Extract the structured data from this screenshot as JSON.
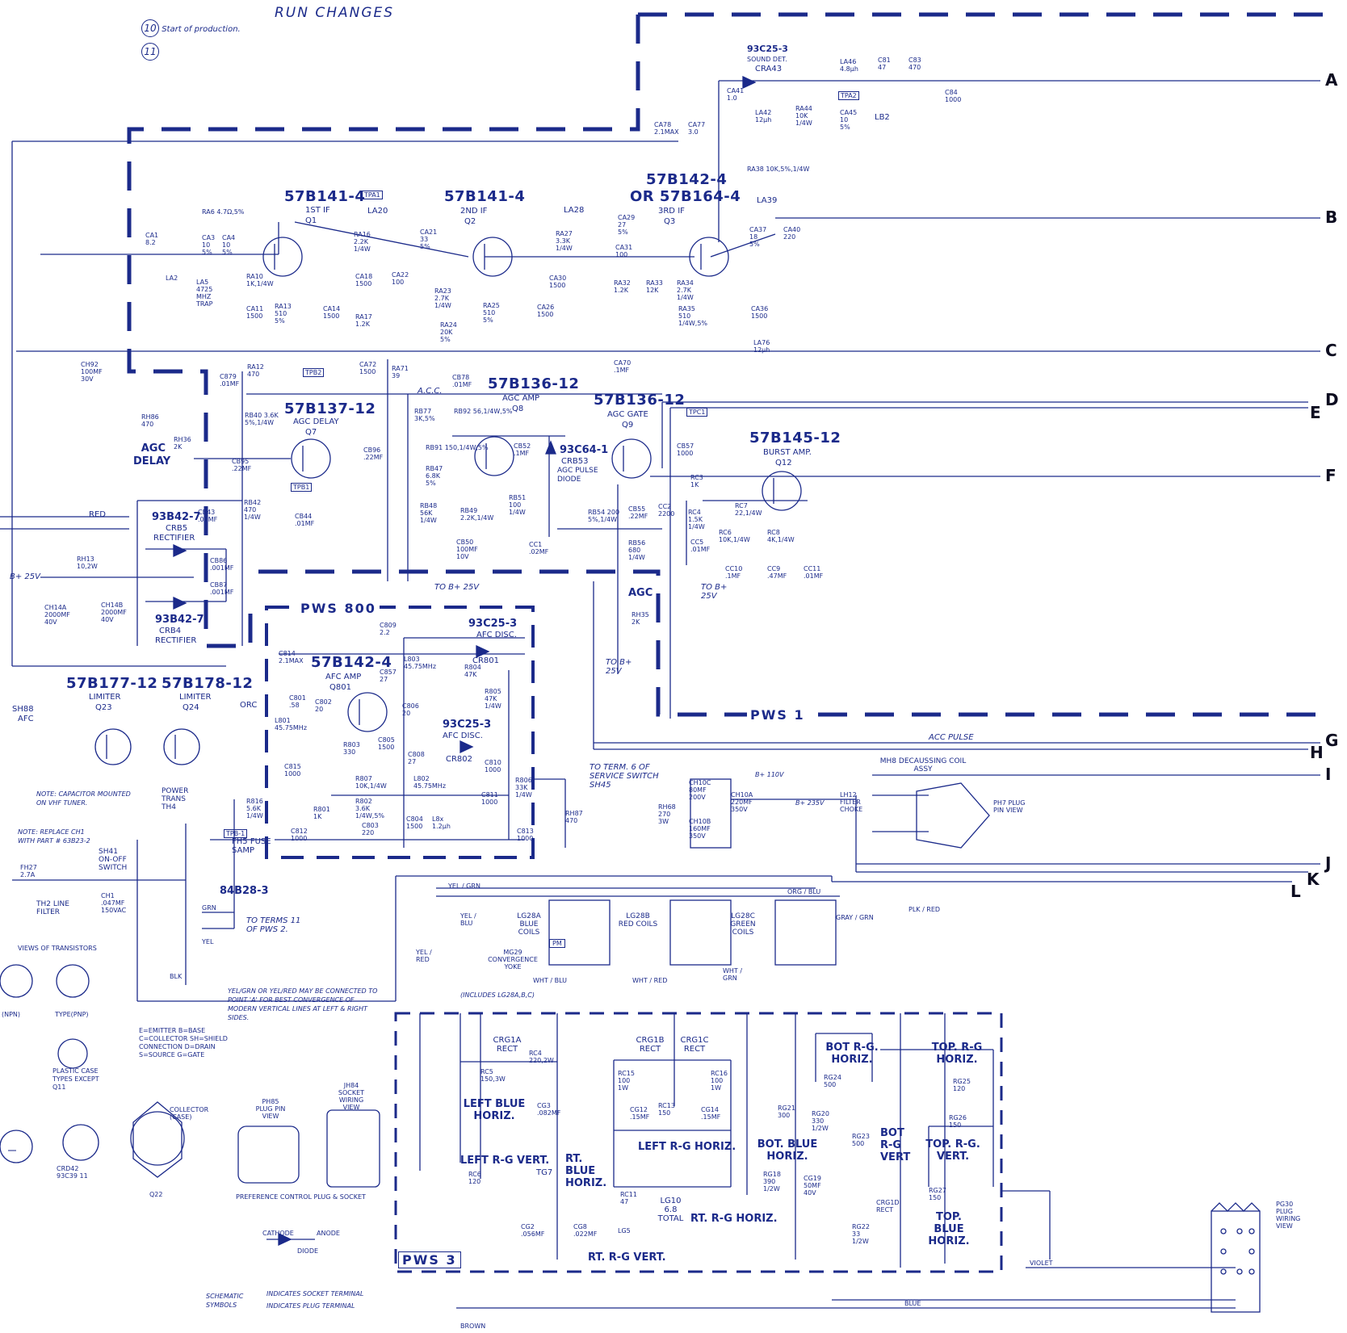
{
  "header": {
    "title": "RUN CHANGES",
    "run_items": [
      {
        "num": "10",
        "text": "Start of production."
      },
      {
        "num": "11",
        "text": ""
      }
    ]
  },
  "outputs": [
    "A",
    "B",
    "C",
    "D",
    "E",
    "F",
    "G",
    "H",
    "I",
    "J",
    "K",
    "L"
  ],
  "boards": {
    "pws800": "PWS 800",
    "pws1": "PWS 1",
    "pws3": "PWS 3"
  },
  "transistors": {
    "q1": {
      "part": "57B141-4",
      "name": "1ST IF",
      "ref": "Q1"
    },
    "q2": {
      "part": "57B141-4",
      "name": "2ND IF",
      "ref": "Q2"
    },
    "q3": {
      "part": "57B142-4",
      "alt": "OR 57B164-4",
      "name": "3RD IF",
      "ref": "Q3"
    },
    "q7": {
      "part": "57B137-12",
      "name": "AGC DELAY",
      "ref": "Q7"
    },
    "q8": {
      "part": "57B136-12",
      "name": "AGC AMP",
      "ref": "Q8"
    },
    "q9": {
      "part": "57B136-12",
      "name": "AGC GATE",
      "ref": "Q9"
    },
    "q12": {
      "part": "57B145-12",
      "name": "BURST AMP.",
      "ref": "Q12"
    },
    "q801": {
      "part": "57B142-4",
      "name": "AFC AMP",
      "ref": "Q801"
    },
    "q23": {
      "part": "57B177-12",
      "name": "LIMITER",
      "ref": "Q23"
    },
    "q24": {
      "part": "57B178-12",
      "name": "LIMITER",
      "ref": "Q24"
    }
  },
  "diodes": {
    "cra43": {
      "part": "93C25-3",
      "name": "SOUND DET.",
      "ref": "CRA43"
    },
    "crb53": {
      "part": "93C64-1",
      "ref": "CRB53",
      "name": "AGC PULSE DIODE"
    },
    "crb5": {
      "part": "93B42-7",
      "ref": "CRB5",
      "name": "RECTIFIER"
    },
    "crb4": {
      "part": "93B42-7",
      "ref": "CRB4",
      "name": "RECTIFIER"
    },
    "cr801": {
      "part": "93C25-3",
      "name": "AFC DISC.",
      "ref": "CR801"
    },
    "cr802": {
      "part": "93C25-3",
      "name": "AFC DISC.",
      "ref": "CR802"
    }
  },
  "labels": {
    "agc_delay": "AGC DELAY",
    "agc": "AGC",
    "acc_pulse": "ACC PULSE",
    "to_b25v": "TO B+ 25V",
    "to_b25v_2": "TO B+ 25V",
    "to_b25v_3": "TO B+ 25V",
    "b25v": "B+ 25V",
    "red": "RED",
    "orc": "ORC",
    "afc": "AFC",
    "sh88": "SH88",
    "acc": "A.C.C.",
    "to_term6": "TO TERM. 6 OF SERVICE SWITCH SH45",
    "to_terms": "TO TERMS 11 OF PWS 2.",
    "fuse": "FH5 FUSE SAMP",
    "fuse_part": "84B28-3",
    "power_trans": "POWER TRANS TH4",
    "on_off": "SH41 ON-OFF SWITCH",
    "line_filter": "TH2 LINE FILTER",
    "decaussing": "MH8 DECAUSSING COIL ASSY",
    "filter_choke": "LH12 FILTER CHOKE",
    "ph7": "PH7 PLUG PIN VIEW",
    "note_cap": "NOTE: CAPACITOR MOUNTED ON VHF TUNER.",
    "note_replace": "NOTE: REPLACE CH1 WITH PART # 63B23-2",
    "views": "VIEWS OF TRANSISTORS",
    "type_pnp": "TYPE(PNP)",
    "type_npn": "(NPN)",
    "plastic_case": "PLASTIC CASE TYPES EXCEPT Q11",
    "crd42": "CRD42 93C39 11",
    "collector": "COLLECTOR (CASE)",
    "q22": "Q22",
    "ph85": "PH85 PLUG PIN VIEW",
    "jh84": "JH84 SOCKET WIRING VIEW",
    "pref": "PREFERENCE CONTROL PLUG & SOCKET",
    "diode": "DIODE",
    "cathode": "CATHODE",
    "anode": "ANODE",
    "schem_symbols": "SCHEMATIC SYMBOLS",
    "socket_term": "INDICATES SOCKET TERMINAL",
    "plug_term": "INDICATES PLUG TERMINAL",
    "emitter_legend": "E=EMITTER B=BASE C=COLLECTOR SH=SHIELD CONNECTION D=DRAIN S=SOURCE G=GATE",
    "tel_note": "YEL/GRN OR YEL/RED MAY BE CONNECTED TO POINT 'A' FOR BEST CONVERGENCE OF MODERN VERTICAL LINES AT LEFT & RIGHT SIDES.",
    "mg29": "MG29 CONVERGENCE YOKE",
    "includes": "(INCLUDES LG28A,B,C)",
    "pg30": "PG30 PLUG WIRING VIEW",
    "violet": "VIOLET",
    "brown": "BROWN",
    "blue": "BLUE",
    "yel": "YEL",
    "grn": "GRN",
    "blk": "BLK"
  },
  "coils": {
    "lg28a": "LG28A BLUE COILS",
    "lg28b": "LG28B RED COILS",
    "lg28c": "LG28C GREEN COILS"
  },
  "convergence": {
    "left_blue_horiz": "LEFT BLUE HORIZ.",
    "left_rg_horiz": "LEFT R-G HORIZ.",
    "left_rg_vert": "LEFT R-G VERT.",
    "rt_blue_horiz": "RT. BLUE HORIZ.",
    "rt_rg_horiz": "RT. R-G HORIZ.",
    "rt_rg_vert": "RT. R-G VERT.",
    "bot_blue_horiz": "BOT. BLUE HORIZ.",
    "bot_rg_horiz": "BOT R-G. HORIZ.",
    "bot_rg_vert": "BOT R-G VERT",
    "top_rg_horiz": "TOP. R-G HORIZ.",
    "top_rg_vert": "TOP. R-G. VERT.",
    "top_blue_horiz": "TOP. BLUE HORIZ.",
    "crg1a": "CRG1A RECT",
    "crg1b": "CRG1B RECT",
    "crg1c": "CRG1C RECT",
    "lg10": "LG10 6.8 TOTAL",
    "tg7": "TG7"
  },
  "components": [
    {
      "id": "ca1",
      "text": "CA1 8.2"
    },
    {
      "id": "la2",
      "text": "LA2"
    },
    {
      "id": "la5",
      "text": "LA5 4725 MHZ TRAP"
    },
    {
      "id": "ra6",
      "text": "RA6 4.7Ω,5%"
    },
    {
      "id": "ca3",
      "text": "CA3 10 5%"
    },
    {
      "id": "ca4",
      "text": "CA4 10 5%"
    },
    {
      "id": "ra10",
      "text": "RA10 1K,1/4W"
    },
    {
      "id": "ca11",
      "text": "CA11 1500"
    },
    {
      "id": "ra13",
      "text": "RA13 510 5%"
    },
    {
      "id": "ca14",
      "text": "CA14 1500"
    },
    {
      "id": "ra12",
      "text": "RA12 470"
    },
    {
      "id": "tpa1",
      "text": "TPA1"
    },
    {
      "id": "la20",
      "text": "LA20"
    },
    {
      "id": "ra16",
      "text": "RA16 2.2K 1/4W"
    },
    {
      "id": "ra17",
      "text": "RA17 1.2K"
    },
    {
      "id": "ca18",
      "text": "CA18 1500"
    },
    {
      "id": "ca21",
      "text": "CA21 33 5%"
    },
    {
      "id": "ca22",
      "text": "CA22 100"
    },
    {
      "id": "la28",
      "text": "LA28"
    },
    {
      "id": "ra23",
      "text": "RA23 2.7K 1/4W"
    },
    {
      "id": "ra24",
      "text": "RA24 20K 5%"
    },
    {
      "id": "ra25",
      "text": "RA25 510 5%"
    },
    {
      "id": "ca26",
      "text": "CA26 1500"
    },
    {
      "id": "ra27",
      "text": "RA27 3.3K 1/4W"
    },
    {
      "id": "ca29",
      "text": "CA29 27 5%"
    },
    {
      "id": "ca30",
      "text": "CA30 1500"
    },
    {
      "id": "ca31",
      "text": "CA31 100"
    },
    {
      "id": "ra32",
      "text": "RA32 1.2K"
    },
    {
      "id": "ra33",
      "text": "RA33 12K"
    },
    {
      "id": "ra34",
      "text": "RA34 2.7K 1/4W"
    },
    {
      "id": "ra35",
      "text": "RA35 510 1/4W,5%"
    },
    {
      "id": "ca36",
      "text": "CA36 1500"
    },
    {
      "id": "ra38",
      "text": "RA38 10K,5%,1/4W"
    },
    {
      "id": "la39",
      "text": "LA39"
    },
    {
      "id": "ca37",
      "text": "CA37 18 5%"
    },
    {
      "id": "ca40",
      "text": "CA40 220"
    },
    {
      "id": "ca41",
      "text": "CA41 1.0"
    },
    {
      "id": "la42",
      "text": "LA42 12μh"
    },
    {
      "id": "ra44",
      "text": "RA44 10K 1/4W"
    },
    {
      "id": "la46",
      "text": "LA46 4.8μh"
    },
    {
      "id": "ca45",
      "text": "CA45 10 5%"
    },
    {
      "id": "tpa2",
      "text": "TPA2"
    },
    {
      "id": "lb2",
      "text": "LB2"
    },
    {
      "id": "c81",
      "text": "C81 47"
    },
    {
      "id": "c83",
      "text": "C83 470"
    },
    {
      "id": "c84",
      "text": "C84 1000"
    },
    {
      "id": "ca78",
      "text": "CA78 2.1MAX"
    },
    {
      "id": "ca77",
      "text": "CA77 3.0"
    },
    {
      "id": "ch92",
      "text": "CH92 100MF 30V"
    },
    {
      "id": "ca72",
      "text": "CA72 1500"
    },
    {
      "id": "ra71",
      "text": "RA71 39"
    },
    {
      "id": "ca70",
      "text": "CA70 .1MF"
    },
    {
      "id": "la76",
      "text": "LA76 12μh"
    },
    {
      "id": "c879",
      "text": "C879 .01MF"
    },
    {
      "id": "tpb2",
      "text": "TPB2"
    },
    {
      "id": "rb40",
      "text": "RB40 3.6K 5%,1/4W"
    },
    {
      "id": "cb96",
      "text": "CB96 .22MF"
    },
    {
      "id": "cb95",
      "text": "CB95 .22MF"
    },
    {
      "id": "tpb1",
      "text": "TPB1"
    },
    {
      "id": "rb42",
      "text": "RB42 470 1/4W"
    },
    {
      "id": "cb43",
      "text": "CB43 .01MF"
    },
    {
      "id": "cb44",
      "text": "CB44 .01MF"
    },
    {
      "id": "rh86",
      "text": "RH86 470"
    },
    {
      "id": "rh36",
      "text": "RH36 2K"
    },
    {
      "id": "rh13",
      "text": "RH13 10,2W"
    },
    {
      "id": "cb86",
      "text": "CB86 .001MF"
    },
    {
      "id": "cb87",
      "text": "CB87 .001MF"
    },
    {
      "id": "ch14a",
      "text": "CH14A 2000MF 40V"
    },
    {
      "id": "ch14b",
      "text": "CH14B 2000MF 40V"
    },
    {
      "id": "rb77",
      "text": "RB77 3K,5%"
    },
    {
      "id": "cb78",
      "text": "CB78 .01MF"
    },
    {
      "id": "rb92",
      "text": "RB92 56,1/4W,5%"
    },
    {
      "id": "rb91",
      "text": "RB91 150,1/4W,5%"
    },
    {
      "id": "cb52",
      "text": "CB52 .1MF"
    },
    {
      "id": "rb47",
      "text": "RB47 6.8K 5%"
    },
    {
      "id": "rb48",
      "text": "RB48 56K 1/4W"
    },
    {
      "id": "rb49",
      "text": "RB49 2.2K,1/4W"
    },
    {
      "id": "rb51",
      "text": "RB51 100 1/4W"
    },
    {
      "id": "cb50",
      "text": "CB50 100MF 10V"
    },
    {
      "id": "cc1",
      "text": "CC1 .02MF"
    },
    {
      "id": "rb54",
      "text": "RB54 200 5%,1/4W"
    },
    {
      "id": "cb55",
      "text": "CB55 .22MF"
    },
    {
      "id": "rb56",
      "text": "RB56 680 1/4W"
    },
    {
      "id": "cb57",
      "text": "CB57 1000"
    },
    {
      "id": "tpc1",
      "text": "TPC1"
    },
    {
      "id": "rc3",
      "text": "RC3 1K"
    },
    {
      "id": "cc2",
      "text": "CC2 2200"
    },
    {
      "id": "rc4",
      "text": "RC4 1.5K 1/4W"
    },
    {
      "id": "cc5",
      "text": "CC5 .01MF"
    },
    {
      "id": "rc7",
      "text": "RC7 22,1/4W"
    },
    {
      "id": "rc6",
      "text": "RC6 10K,1/4W"
    },
    {
      "id": "rc8",
      "text": "RC8 4K,1/4W"
    },
    {
      "id": "cc10",
      "text": "CC10 .1MF"
    },
    {
      "id": "cc9",
      "text": "CC9 .47MF"
    },
    {
      "id": "cc11",
      "text": "CC11 .01MF"
    },
    {
      "id": "rh35",
      "text": "RH35 2K"
    },
    {
      "id": "c809",
      "text": "C809 2.2"
    },
    {
      "id": "c814",
      "text": "C814 2.1MAX"
    },
    {
      "id": "c857",
      "text": "C857 27"
    },
    {
      "id": "l803",
      "text": "L803 45.75MHz"
    },
    {
      "id": "r804",
      "text": "R804 47K"
    },
    {
      "id": "r805",
      "text": "R805 47K 1/4W"
    },
    {
      "id": "c801",
      "text": "C801 .58"
    },
    {
      "id": "c802",
      "text": "C802 20"
    },
    {
      "id": "l801",
      "text": "L801 45.75MHz"
    },
    {
      "id": "c806",
      "text": "C806 20"
    },
    {
      "id": "r803",
      "text": "R803 330"
    },
    {
      "id": "c805",
      "text": "C805 1500"
    },
    {
      "id": "c808",
      "text": "C808 27"
    },
    {
      "id": "r807",
      "text": "R807 10K,1/4W"
    },
    {
      "id": "l802",
      "text": "L802 45.75MHz"
    },
    {
      "id": "r802",
      "text": "R802 3.6K 1/4W,5%"
    },
    {
      "id": "r801",
      "text": "R801 1K"
    },
    {
      "id": "c803",
      "text": "C803 220"
    },
    {
      "id": "c804",
      "text": "C804 1500"
    },
    {
      "id": "l8x",
      "text": "L8x 1.2μh"
    },
    {
      "id": "c810",
      "text": "C810 1000"
    },
    {
      "id": "c811",
      "text": "C811 1000"
    },
    {
      "id": "r806",
      "text": "R806 33K 1/4W"
    },
    {
      "id": "c815",
      "text": "C815 1000"
    },
    {
      "id": "c813",
      "text": "C813 1000"
    },
    {
      "id": "c812",
      "text": "C812 1000"
    },
    {
      "id": "rh87",
      "text": "RH87 470"
    },
    {
      "id": "r816",
      "text": "R816 5.6K 1/4W"
    },
    {
      "id": "tpb1b",
      "text": "TPB-1"
    },
    {
      "id": "ch10c",
      "text": "CH10C 80MF 200V"
    },
    {
      "id": "ch10a",
      "text": "CH10A 220MF 350V"
    },
    {
      "id": "ch10b",
      "text": "CH10B 160MF 350V"
    },
    {
      "id": "rh68",
      "text": "RH68 270 3W"
    },
    {
      "id": "b110v",
      "text": "B+ 110V"
    },
    {
      "id": "b235v",
      "text": "B+ 235V"
    },
    {
      "id": "fh27",
      "text": "FH27 2.7A"
    },
    {
      "id": "ch1",
      "text": "CH1 .047MF 150VAC"
    },
    {
      "id": "rc5",
      "text": "RC5 150,3W"
    },
    {
      "id": "rc4b",
      "text": "RC4 220,2W"
    },
    {
      "id": "cg3",
      "text": "CG3 .082MF"
    },
    {
      "id": "rc15",
      "text": "RC15 100 1W"
    },
    {
      "id": "rc13",
      "text": "RC13 150"
    },
    {
      "id": "rc16",
      "text": "RC16 100 1W"
    },
    {
      "id": "cg12",
      "text": "CG12 .15MF"
    },
    {
      "id": "cg14",
      "text": "CG14 .15MF"
    },
    {
      "id": "rc6b",
      "text": "RC6 120"
    },
    {
      "id": "rc11",
      "text": "RC11 47"
    },
    {
      "id": "cg2",
      "text": "CG2 .056MF"
    },
    {
      "id": "cg8",
      "text": "CG8 .022MF"
    },
    {
      "id": "lg5",
      "text": "LG5"
    },
    {
      "id": "rg21",
      "text": "RG21 300"
    },
    {
      "id": "rg20",
      "text": "RG20 330 1/2W"
    },
    {
      "id": "rg18",
      "text": "RG18 390 1/2W"
    },
    {
      "id": "cg19",
      "text": "CG19 50MF 40V"
    },
    {
      "id": "rg24",
      "text": "RG24 500"
    },
    {
      "id": "rg23",
      "text": "RG23 500"
    },
    {
      "id": "crg1d",
      "text": "CRG1D RECT"
    },
    {
      "id": "rg22",
      "text": "RG22 33 1/2W"
    },
    {
      "id": "rg25",
      "text": "RG25 120"
    },
    {
      "id": "rg26",
      "text": "RG26 150"
    },
    {
      "id": "rg27",
      "text": "RG27 150"
    },
    {
      "id": "pm1",
      "text": "PM"
    },
    {
      "id": "tel_blu",
      "text": "YEL / BLU"
    },
    {
      "id": "tel_grn",
      "text": "YEL / GRN"
    },
    {
      "id": "tel_red",
      "text": "YEL / RED"
    },
    {
      "id": "org_blu",
      "text": "ORG / BLU"
    },
    {
      "id": "gray_grn",
      "text": "GRAY / GRN"
    },
    {
      "id": "plk_red",
      "text": "PLK / RED"
    },
    {
      "id": "wht_blu",
      "text": "WHT / BLU"
    },
    {
      "id": "wht_red",
      "text": "WHT / RED"
    },
    {
      "id": "wht_grn",
      "text": "WHT / GRN"
    }
  ]
}
